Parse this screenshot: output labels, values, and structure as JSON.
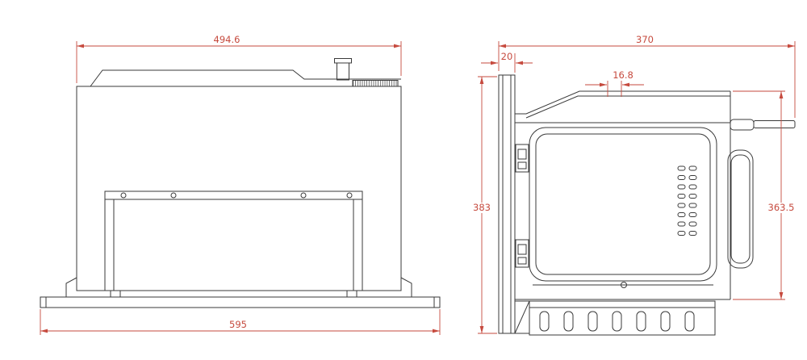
{
  "drawing": {
    "front_view": {
      "dim_top_width": "494.6",
      "dim_base_width": "595"
    },
    "side_view": {
      "dim_depth": "370",
      "dim_frame_offset": "20",
      "dim_top_inset": "16.8",
      "dim_overall_height": "383",
      "dim_body_height": "363.5"
    }
  },
  "colors": {
    "dimension_red": "#c64a3e",
    "line_dark": "#3a3a3a",
    "background": "#ffffff"
  }
}
